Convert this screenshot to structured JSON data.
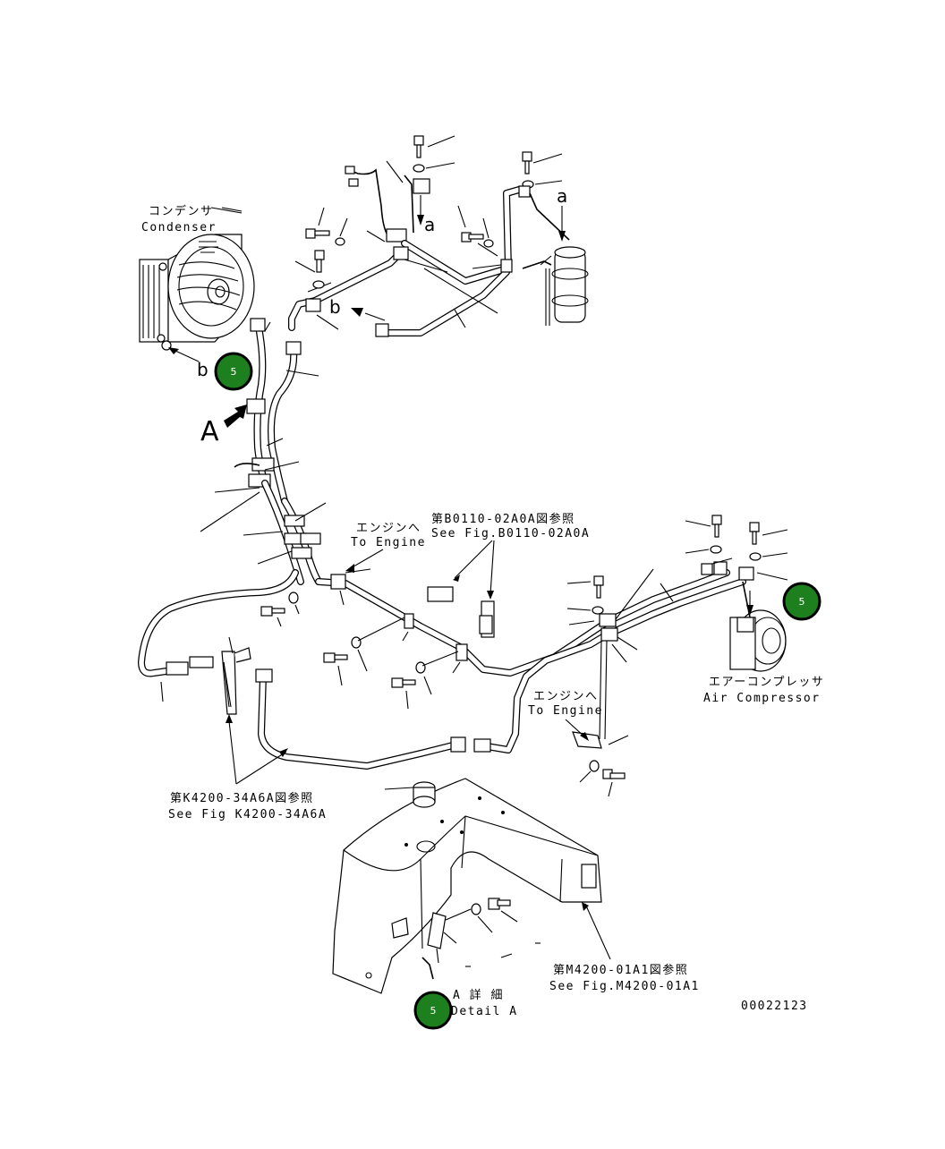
{
  "labels": {
    "condenser_jp": "コンデンサ",
    "condenser_en": "Condenser",
    "to_engine_jp_1": "エンジンへ",
    "to_engine_en_1": "To Engine",
    "to_engine_jp_2": "エンジンへ",
    "to_engine_en_2": "To Engine",
    "ref_b0110_jp": "第B0110-02A0A図参照",
    "ref_b0110_en": "See Fig.B0110-02A0A",
    "air_compressor_jp": "エアーコンプレッサ",
    "air_compressor_en": "Air Compressor",
    "ref_k4200_jp": "第K4200-34A6A図参照",
    "ref_k4200_en": "See Fig K4200-34A6A",
    "ref_m4200_jp": "第M4200-01A1図参照",
    "ref_m4200_en": "See Fig.M4200-01A1",
    "detail_a_jp": "A 詳 細",
    "detail_a_en": "Detail A",
    "drawing_number": "00022123",
    "view_a": "A",
    "callout_a_1": "a",
    "callout_a_2": "a",
    "callout_b_1": "b",
    "callout_b_2": "b"
  },
  "markers": [
    {
      "id": "marker-condenser",
      "text": "5"
    },
    {
      "id": "marker-compressor",
      "text": "5"
    },
    {
      "id": "marker-detail",
      "text": "5"
    }
  ],
  "colors": {
    "marker_fill": "#1e7f1e",
    "line": "#000000",
    "background": "#ffffff"
  }
}
